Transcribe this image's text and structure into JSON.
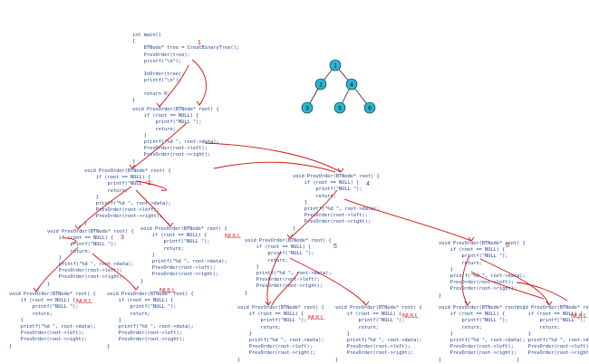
{
  "code_main": [
    "int main()",
    "{",
    "    BTNode* tree = CreatBinaryTree();",
    "    PrevOrder(tree);",
    "    printf(\"\\n\");",
    "",
    "    InOrder(tree);",
    "    printf(\"\\n\");",
    "",
    "    return 0;",
    "}"
  ],
  "code_func": [
    "void PrevOrder(BTNode* root) {",
    "    if (root == NULL) {",
    "        printf(\"NULL \");",
    "        return;",
    "    }",
    "    printf(\"%d \", root->data);",
    "    PrevOrder(root->left);",
    "    PrevOrder(root->right);",
    "}"
  ],
  "tree": {
    "nodes": [
      {
        "label": "1"
      },
      {
        "label": "2"
      },
      {
        "label": "4"
      },
      {
        "label": "3"
      },
      {
        "label": "5"
      },
      {
        "label": "6"
      }
    ],
    "node_fill": "#29b6d6",
    "node_stroke": "#1a1a1a"
  },
  "annotations": {
    "null_label": "NULL",
    "numbers": [
      "1",
      "2",
      "3",
      "4",
      "5",
      "6"
    ],
    "ink_color": "#d01010"
  }
}
